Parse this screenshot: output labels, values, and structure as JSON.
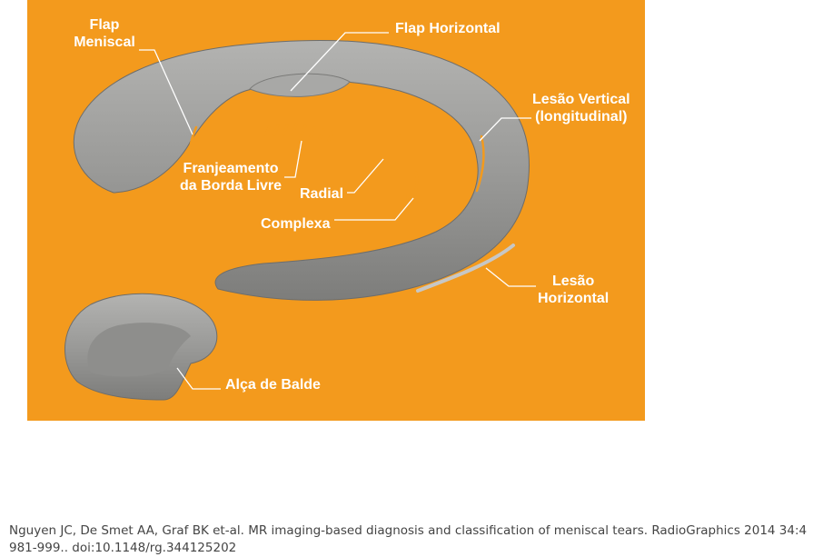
{
  "figure": {
    "background_color": "#f39a1d",
    "meniscus_color": "#9a9a98",
    "tear_color": "#f39a1d",
    "labels": {
      "flap_meniscal_1": "Flap",
      "flap_meniscal_2": "Meniscal",
      "flap_horizontal": "Flap Horizontal",
      "lesao_vertical_1": "Lesão Vertical",
      "lesao_vertical_2": "(longitudinal)",
      "franjeamento_1": "Franjeamento",
      "franjeamento_2": "da Borda Livre",
      "radial": "Radial",
      "complexa": "Complexa",
      "lesao_horizontal_1": "Lesão",
      "lesao_horizontal_2": "Horizontal",
      "alca_de_balde": "Alça de Balde"
    }
  },
  "caption": {
    "line1": "Nguyen JC, De Smet AA, Graf BK et-al. MR imaging-based diagnosis and classification of meniscal tears. RadioGraphics 2014 34:4",
    "line2": "981-999.. doi:10.1148/rg.344125202"
  }
}
